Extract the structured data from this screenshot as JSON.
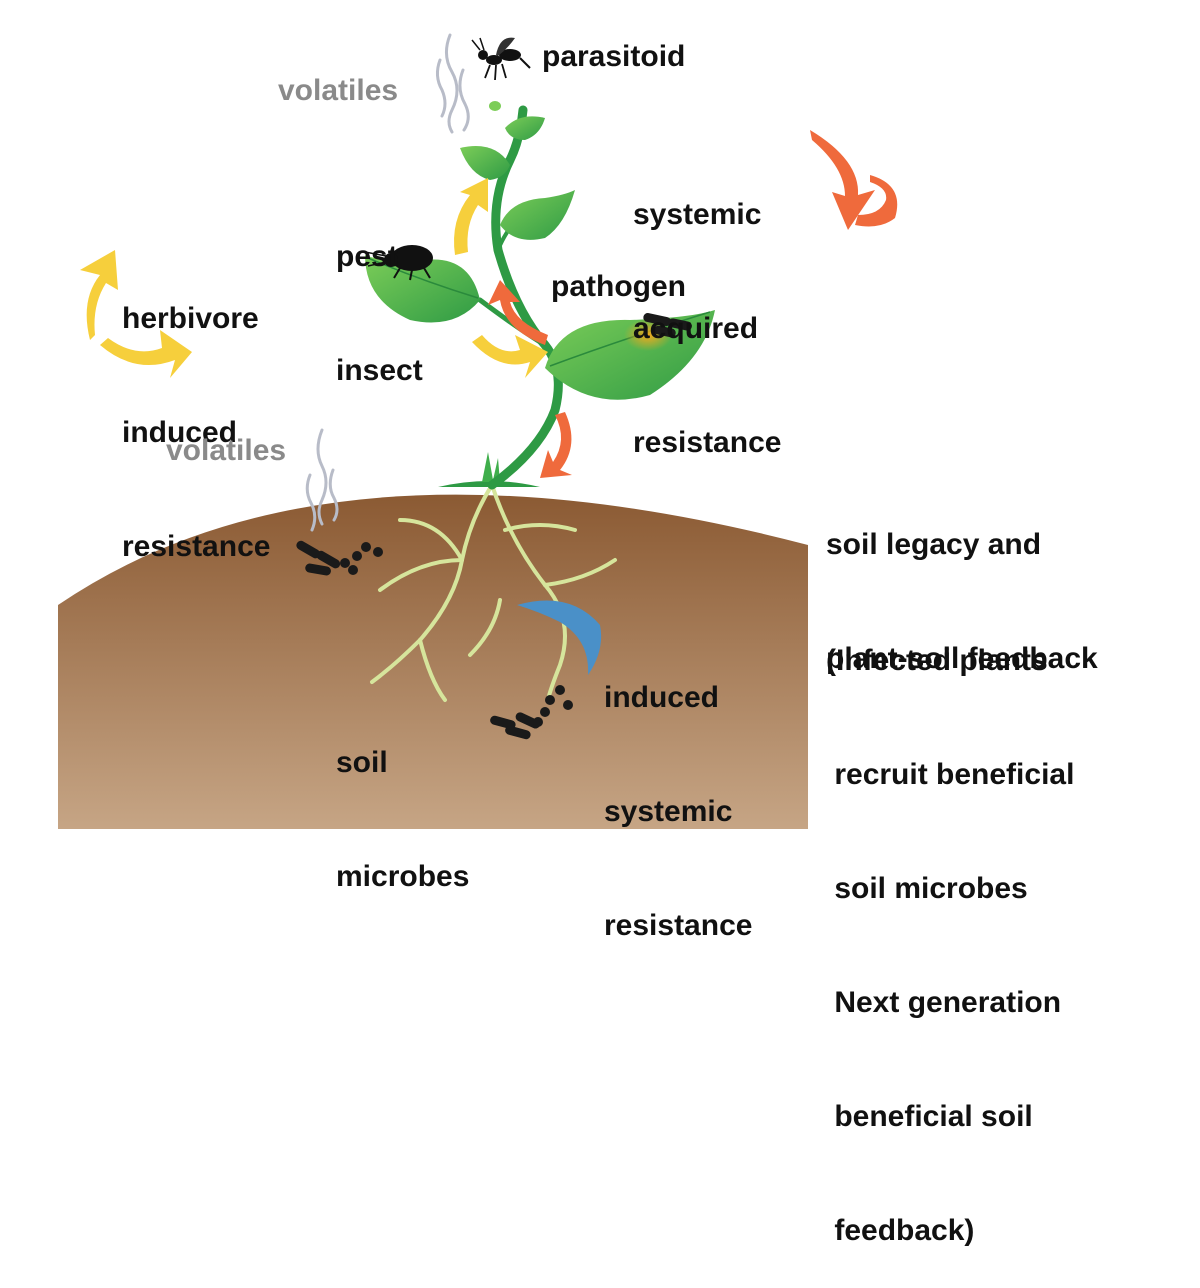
{
  "labels": {
    "parasitoid": "parasitoid",
    "volatiles_top": "volatiles",
    "volatiles_soil": "volatiles",
    "pest_insect": [
      "pest",
      "insect"
    ],
    "herbivore": [
      "herbivore",
      "induced",
      "resistance"
    ],
    "systemic_acquired": [
      "systemic",
      "acquired",
      "resistance"
    ],
    "pathogen": "pathogen",
    "soil_legacy": [
      "soil legacy and",
      "plant-soil feedback"
    ],
    "infected_note": [
      "(Infected plants",
      " recruit beneficial",
      " soil microbes",
      " Next generation",
      " beneficial soil",
      " feedback)"
    ],
    "induced_systemic": [
      "induced",
      "systemic",
      "resistance"
    ],
    "soil_microbes": [
      "soil",
      "microbes"
    ]
  },
  "colors": {
    "soil_top": "#8b5a33",
    "soil_bottom": "#c4a282",
    "leaf": "#3bab4a",
    "leaf_light": "#7cc95a",
    "stem": "#2e9a44",
    "root": "#d4e39a",
    "arrow_red": "#ef6a3c",
    "arrow_yellow": "#f6cf3c",
    "arrow_blue": "#4a90c8",
    "pathogen_spot": "#f0b32a",
    "volatile": "#b8bcc8",
    "text": "#111111",
    "text_gray": "#8a8a8a"
  }
}
